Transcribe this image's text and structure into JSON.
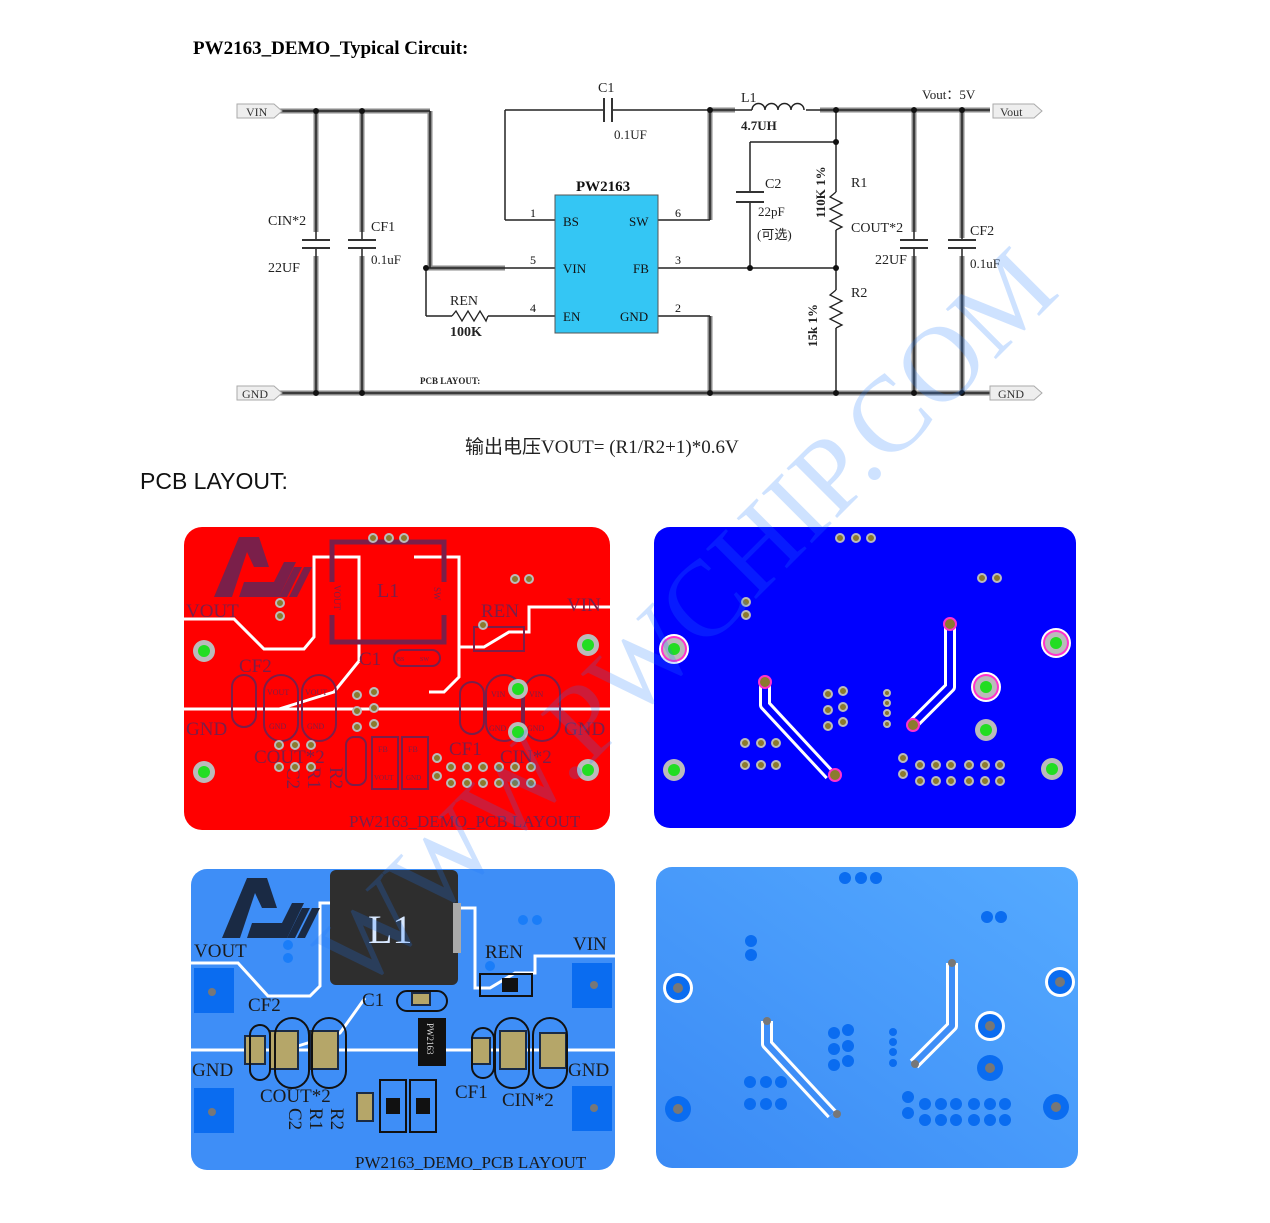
{
  "doc": {
    "title": "PW2163_DEMO_Typical Circuit:",
    "formula": "输出电压VOUT= (R1/R2+1)*0.6V",
    "pcb_heading": "PCB LAYOUT:",
    "watermark": "WWW.PWCHIP.COM"
  },
  "schematic": {
    "ports": {
      "vin": "VIN",
      "vout": "Vout",
      "gnd_left": "GND",
      "gnd_right": "GND"
    },
    "vout_note": "Vout：5V",
    "pcb_layout_note": "PCB LAYOUT:",
    "ic": {
      "name": "PW2163",
      "pins": [
        {
          "num": "1",
          "name": "BS"
        },
        {
          "num": "6",
          "name": "SW"
        },
        {
          "num": "5",
          "name": "VIN"
        },
        {
          "num": "3",
          "name": "FB"
        },
        {
          "num": "4",
          "name": "EN"
        },
        {
          "num": "2",
          "name": "GND"
        }
      ]
    },
    "components": {
      "c1": {
        "ref": "C1",
        "value": "0.1UF"
      },
      "l1": {
        "ref": "L1",
        "value": "4.7UH"
      },
      "c2": {
        "ref": "C2",
        "value": "22pF",
        "note": "(可选)"
      },
      "r1": {
        "ref": "R1",
        "value": "110K 1%"
      },
      "r2": {
        "ref": "R2",
        "value": "15k 1%"
      },
      "cin": {
        "ref": "CIN*2",
        "value": "22UF"
      },
      "cf1": {
        "ref": "CF1",
        "value": "0.1uF"
      },
      "cout": {
        "ref": "COUT*2",
        "value": "22UF"
      },
      "cf2": {
        "ref": "CF2",
        "value": "0.1uF"
      },
      "ren": {
        "ref": "REN",
        "value": "100K"
      }
    }
  },
  "pcb": {
    "board_label": "PW2163_DEMO_PCB LAYOUT",
    "labels": {
      "vout": "VOUT",
      "vin": "VIN",
      "gnd": "GND",
      "l1": "L1",
      "ren": "REN",
      "c1": "C1",
      "cf2": "CF2",
      "cf1": "CF1",
      "cout": "COUT*2",
      "cin": "CIN*2",
      "r2": "R2",
      "r1": "R1",
      "c2": "C2",
      "ic": "PW2163"
    },
    "pad_labels": {
      "vout": "VOUT",
      "gnd": "GND",
      "vin": "VIN",
      "sw": "SW",
      "bs": "BS",
      "fb": "FB",
      "en": "EN",
      "cin": "CIN"
    },
    "colors": {
      "top_red": "#ff0000",
      "bottom_blue": "#0000ff",
      "render_blue": "#3e8ef7",
      "silk": "#7a1f4a",
      "via": "#8b7a2e",
      "pad_green": "#22dd22"
    }
  }
}
